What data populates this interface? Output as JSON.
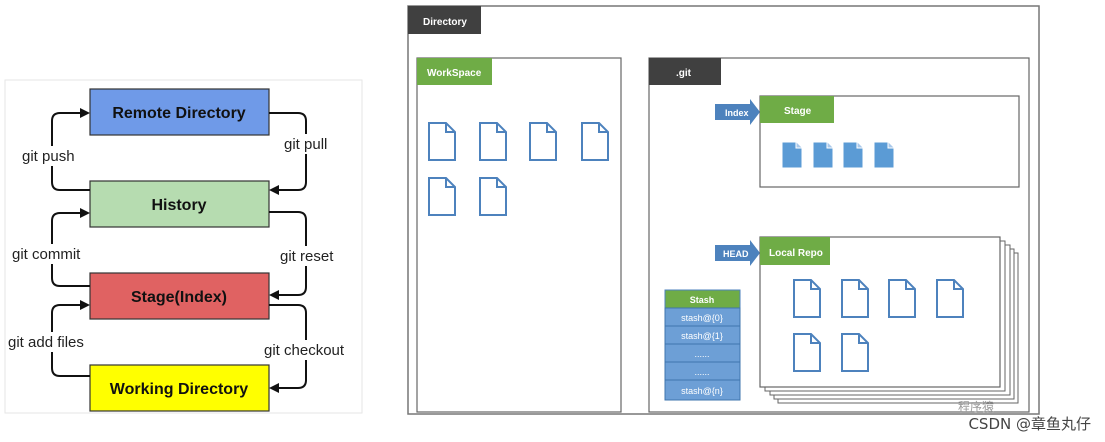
{
  "flow": {
    "boxes": [
      {
        "id": "remote",
        "label": "Remote Directory",
        "color": "#6f9ae8"
      },
      {
        "id": "history",
        "label": "History",
        "color": "#b6dcb0"
      },
      {
        "id": "stage",
        "label": "Stage(Index)",
        "color": "#e06262"
      },
      {
        "id": "working",
        "label": "Working Directory",
        "color": "#ffff00"
      }
    ],
    "commands": {
      "push": "git push",
      "pull": "git pull",
      "commit": "git commit",
      "reset": "git reset",
      "add": "git add files",
      "checkout": "git checkout"
    }
  },
  "structure": {
    "directory_label": "Directory",
    "workspace_label": "WorkSpace",
    "git_label": ".git",
    "index_label": "Index",
    "stage_label": "Stage",
    "head_label": "HEAD",
    "local_repo_label": "Local Repo",
    "stash": {
      "header": "Stash",
      "rows": [
        "stash@{0}",
        "stash@{1}",
        "......",
        "......",
        "stash@{n}"
      ]
    },
    "colors": {
      "green": "#6fac46",
      "dark": "#404040",
      "blue": "#5b8ec0",
      "stash_cell": "#6d9fd6"
    }
  },
  "watermark": {
    "text": "CSDN @章鱼丸仔",
    "faint": "程序猿"
  }
}
